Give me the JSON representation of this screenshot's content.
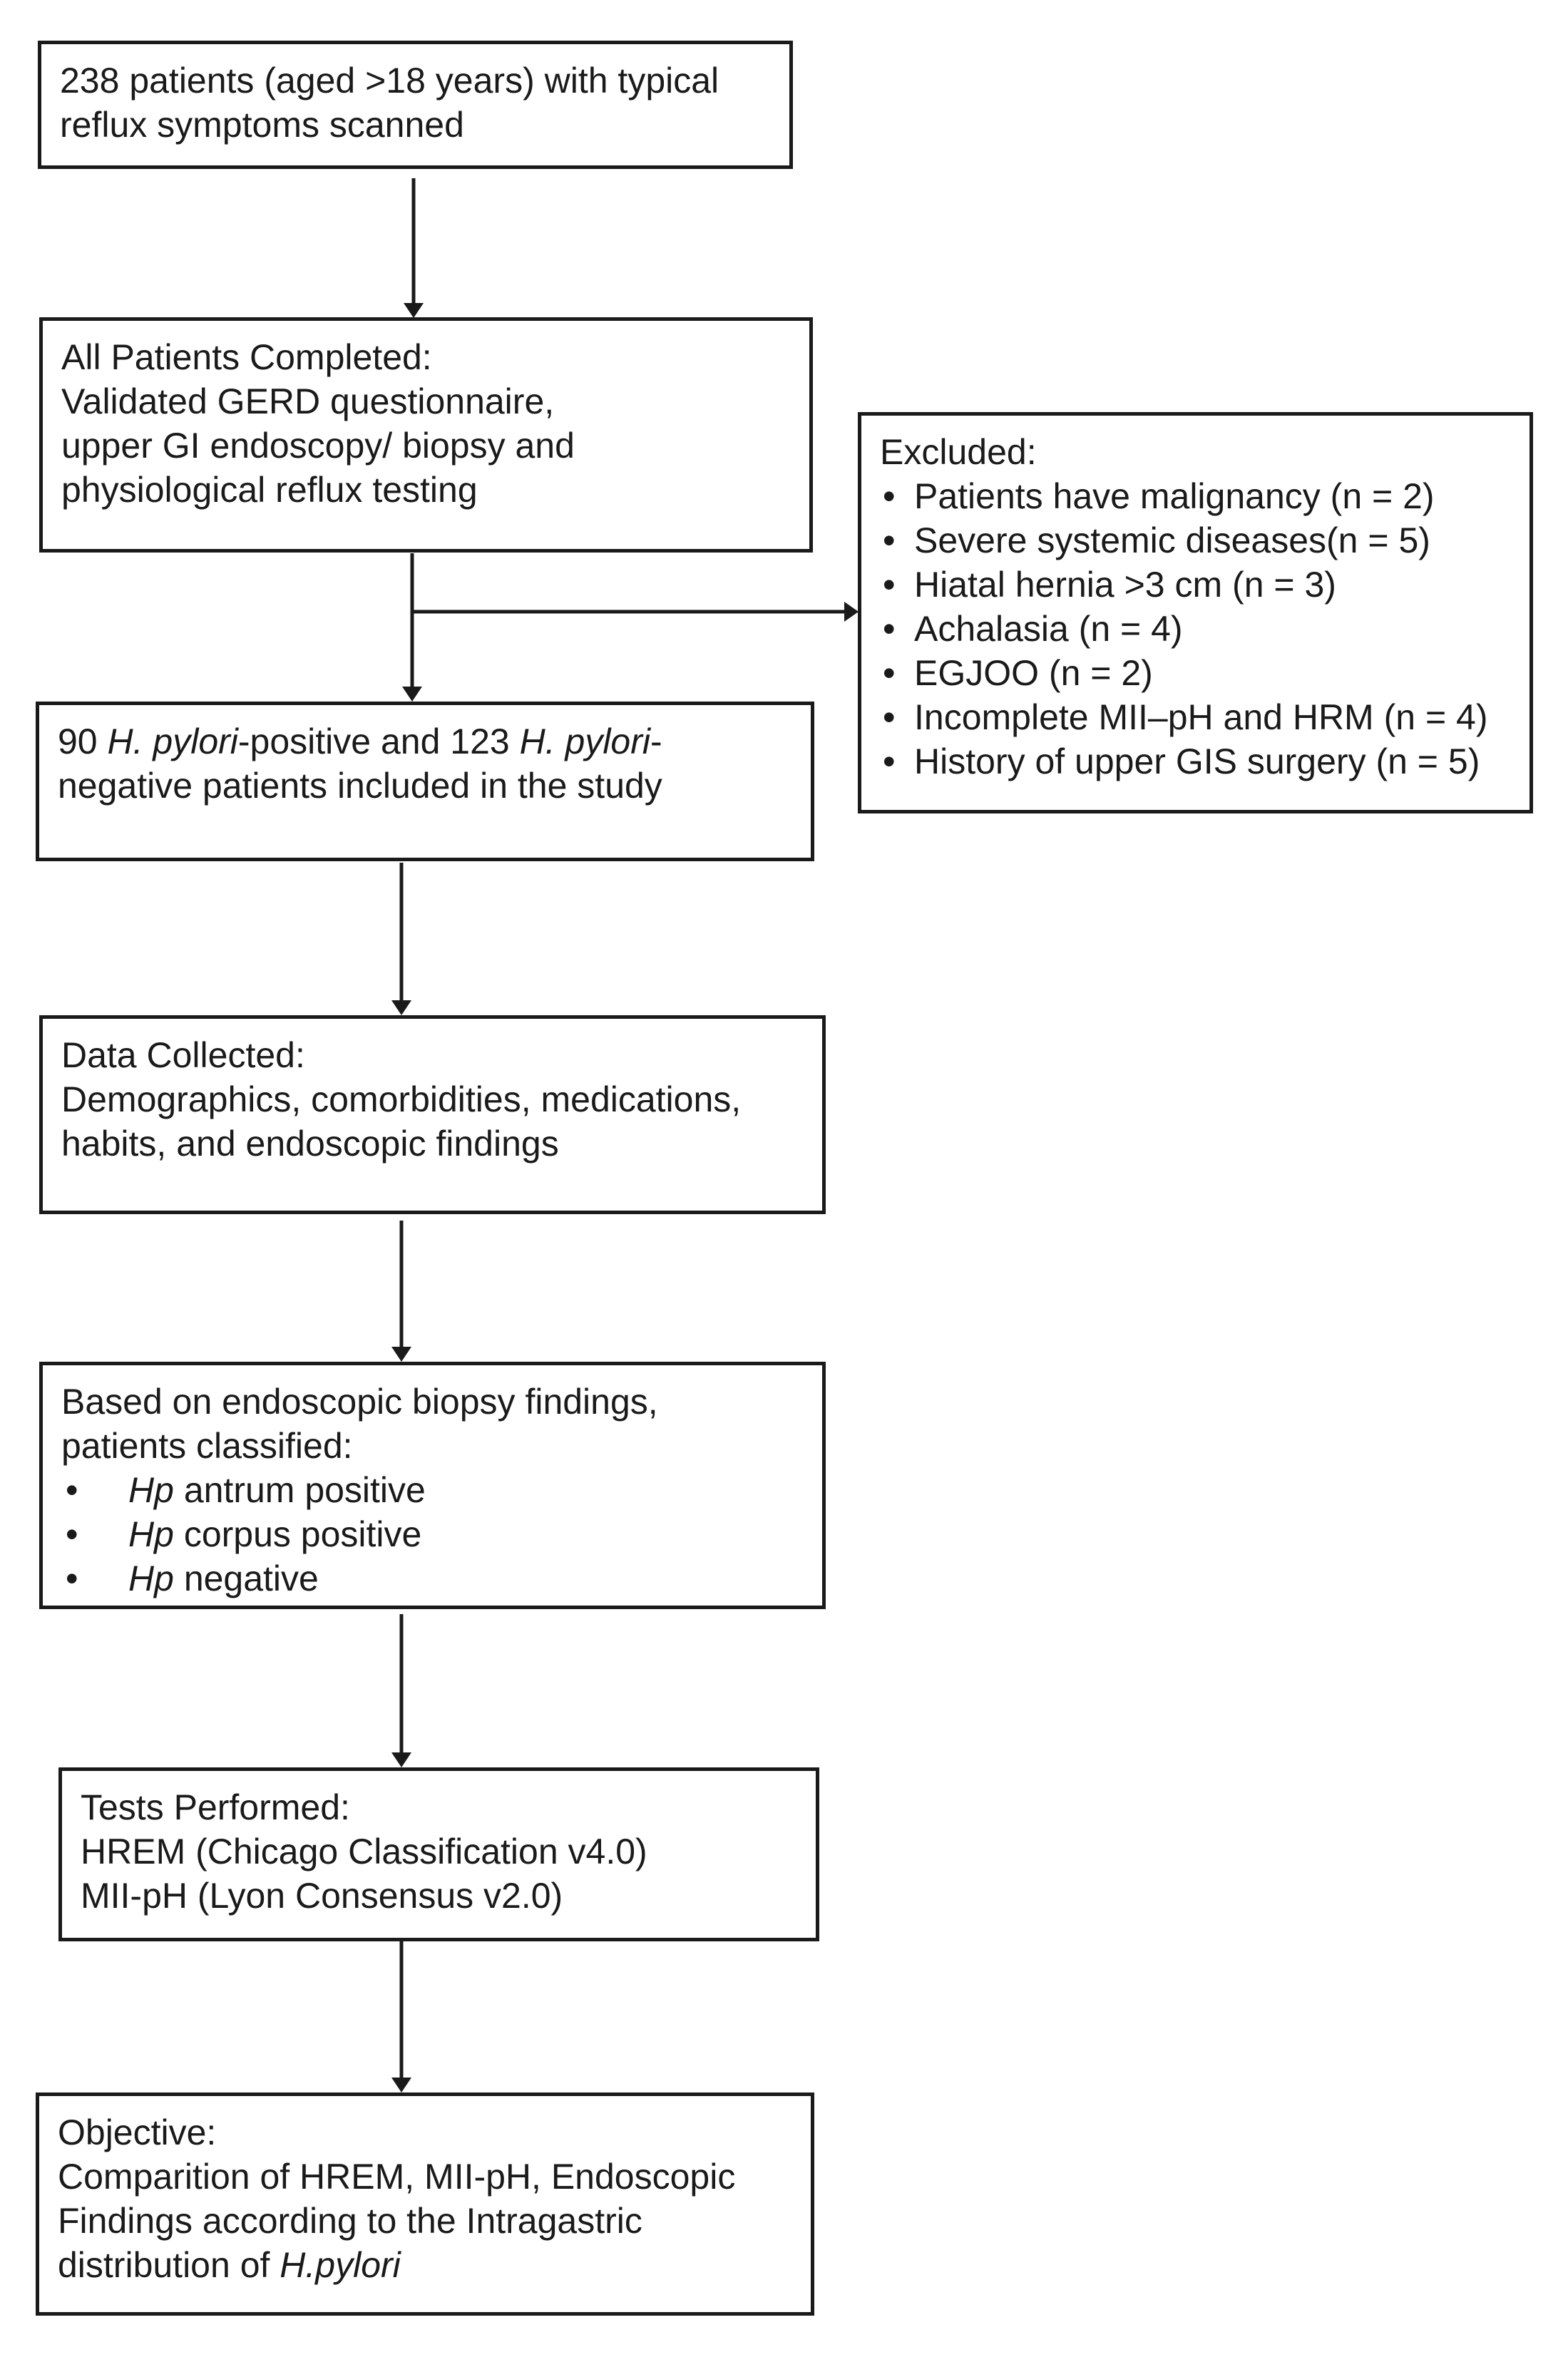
{
  "boxes": {
    "screening": {
      "line1": "238 patients (aged >18 years) with typical",
      "line2": "reflux symptoms scanned"
    },
    "completed": {
      "heading": "All Patients Completed:",
      "line1": "Validated GERD questionnaire,",
      "line2": "upper GI endoscopy/ biopsy and",
      "line3": "physiological reflux testing"
    },
    "excluded": {
      "heading": "Excluded:",
      "items": [
        "Patients have malignancy (n = 2)",
        "Severe systemic diseases(n = 5)",
        "Hiatal hernia >3 cm (n = 3)",
        "Achalasia (n = 4)",
        "EGJOO (n = 2)",
        "Incomplete MII–pH and HRM (n = 4)",
        "History of upper GIS surgery (n = 5)"
      ]
    },
    "included": {
      "count_pos": "90",
      "species": "H. pylori",
      "pos_suffix": "-positive and 123",
      "species2": "H. pylori",
      "dash": "-",
      "line2": "negative patients included in the study"
    },
    "data_collected": {
      "heading": "Data Collected:",
      "line1": "Demographics, comorbidities, medications,",
      "line2": "habits, and endoscopic findings"
    },
    "classified": {
      "line1": "Based on endoscopic biopsy findings,",
      "line2": "patients classified:",
      "items": [
        {
          "abbr": "Hp",
          "text": " antrum positive"
        },
        {
          "abbr": "Hp",
          "text": " corpus positive"
        },
        {
          "abbr": "Hp",
          "text": " negative"
        }
      ]
    },
    "tests": {
      "heading": "Tests Performed:",
      "line1": "HREM (Chicago Classification v4.0)",
      "line2": "MII-pH (Lyon Consensus v2.0)"
    },
    "objective": {
      "heading": "Objective:",
      "line1": "Comparition of HREM, MII-pH, Endoscopic",
      "line2": "Findings according to the Intragastric",
      "line3_prefix": "distribution of ",
      "line3_italic": "H.pylori"
    }
  },
  "colors": {
    "stroke": "#1a1a1a",
    "background": "#ffffff",
    "text": "#1a1a1a"
  }
}
